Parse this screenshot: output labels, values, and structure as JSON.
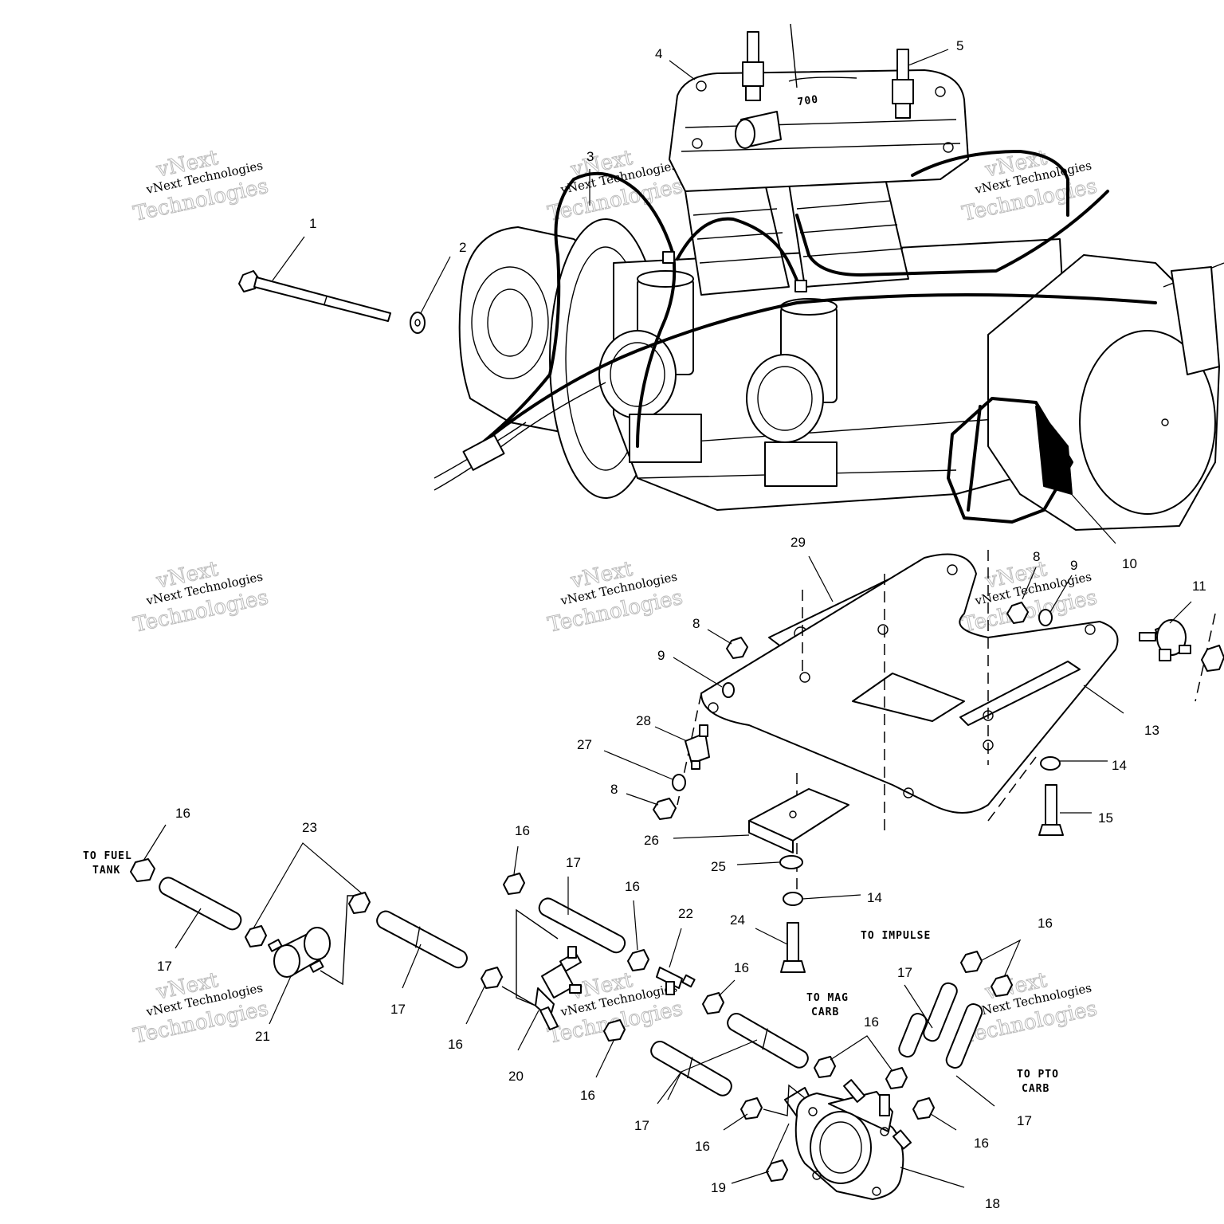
{
  "diagram": {
    "callouts": [
      "1",
      "2",
      "3",
      "4",
      "5",
      "8",
      "9",
      "10",
      "11",
      "13",
      "14",
      "15",
      "16",
      "17",
      "18",
      "19",
      "20",
      "21",
      "22",
      "23",
      "24",
      "25",
      "26",
      "27",
      "28",
      "29"
    ],
    "notes": {
      "fuel_tank": [
        "TO FUEL",
        "TANK"
      ],
      "impulse": "TO IMPULSE",
      "mag_carb": [
        "TO MAG",
        "CARB"
      ],
      "pto_carb": [
        "TO PTO",
        "CARB"
      ]
    },
    "watermark": {
      "line1": "vNext",
      "line2": "vNext Technologies",
      "line3": "Technologies"
    },
    "engine_head_marking": "700"
  }
}
